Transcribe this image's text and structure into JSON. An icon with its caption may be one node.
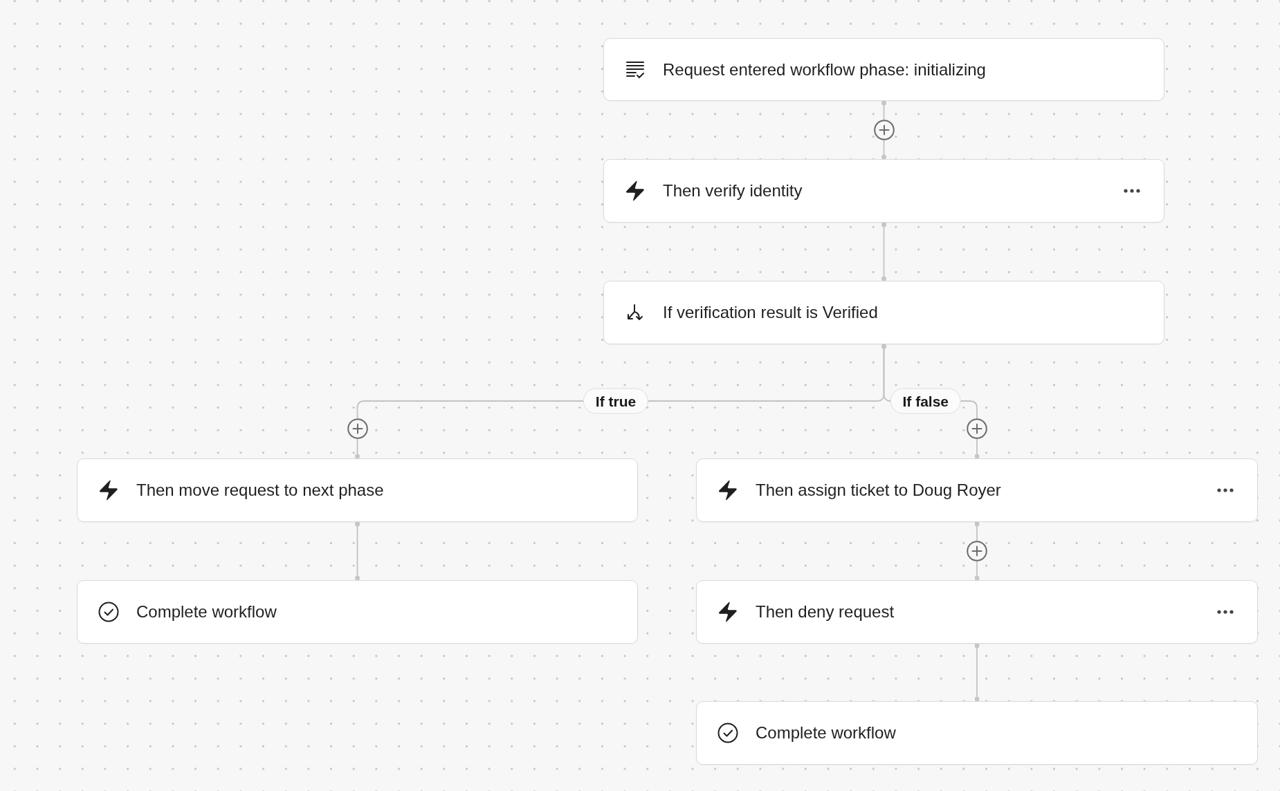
{
  "diagram": {
    "nodes": [
      {
        "text": [
          "Request entered workflow phase: initializing"
        ]
      },
      {
        "text": [
          "Then verify identity"
        ]
      },
      {
        "text": [
          "If verification result is Verified"
        ]
      },
      {
        "text": [
          "Then move request to next phase"
        ]
      },
      {
        "text": [
          "Then assign ticket to Doug Royer"
        ]
      },
      {
        "text": [
          "Complete workflow"
        ]
      },
      {
        "text": [
          "Then deny request"
        ]
      },
      {
        "text": [
          "Complete workflow"
        ]
      }
    ],
    "edges": [
      {
        "from": 0,
        "to": 1,
        "arrow": "other"
      },
      {
        "from": 1,
        "to": 2,
        "arrow": "other"
      },
      {
        "from": 2,
        "to": 3,
        "arrow": "other",
        "label": "If true"
      },
      {
        "from": 2,
        "to": 4,
        "arrow": "other",
        "label": "If false"
      },
      {
        "from": 3,
        "to": 5,
        "arrow": "other"
      },
      {
        "from": 4,
        "to": 6,
        "arrow": "other"
      },
      {
        "from": 6,
        "to": 7,
        "arrow": "other"
      }
    ]
  }
}
